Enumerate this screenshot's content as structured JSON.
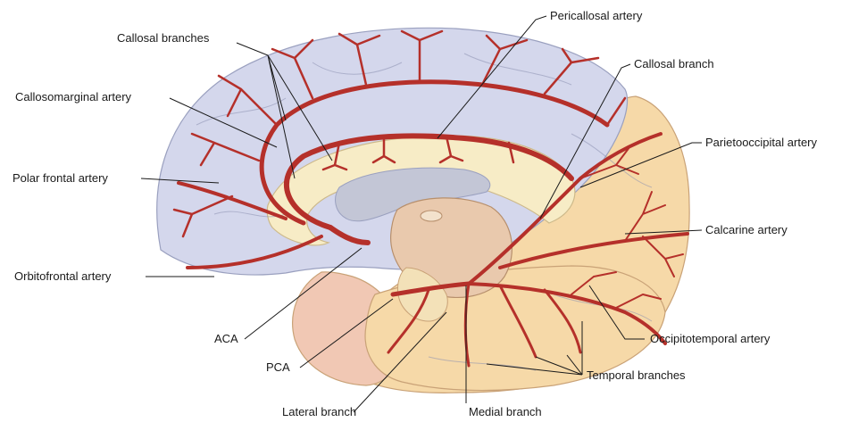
{
  "labels": {
    "callosal_branches": "Callosal branches",
    "pericallosal_artery": "Pericallosal artery",
    "callosal_branch": "Callosal branch",
    "callosomarginal_artery": "Callosomarginal artery",
    "parietooccipital_artery": "Parietooccipital artery",
    "polar_frontal_artery": "Polar frontal artery",
    "calcarine_artery": "Calcarine artery",
    "orbitofrontal_artery": "Orbitofrontal artery",
    "aca": "ACA",
    "occipitotemporal_artery": "Occipitotemporal artery",
    "pca": "PCA",
    "temporal_branches": "Temporal branches",
    "lateral_branch": "Lateral branch",
    "medial_branch": "Medial branch"
  },
  "colors": {
    "aca_territory": "#d4d7ec",
    "pca_territory": "#f6d9a8",
    "temporal_pole": "#f1c8b4",
    "artery": "#b5302a",
    "corpus_callosum": "#f7ecc6",
    "ventricle": "#c3c6d6"
  }
}
